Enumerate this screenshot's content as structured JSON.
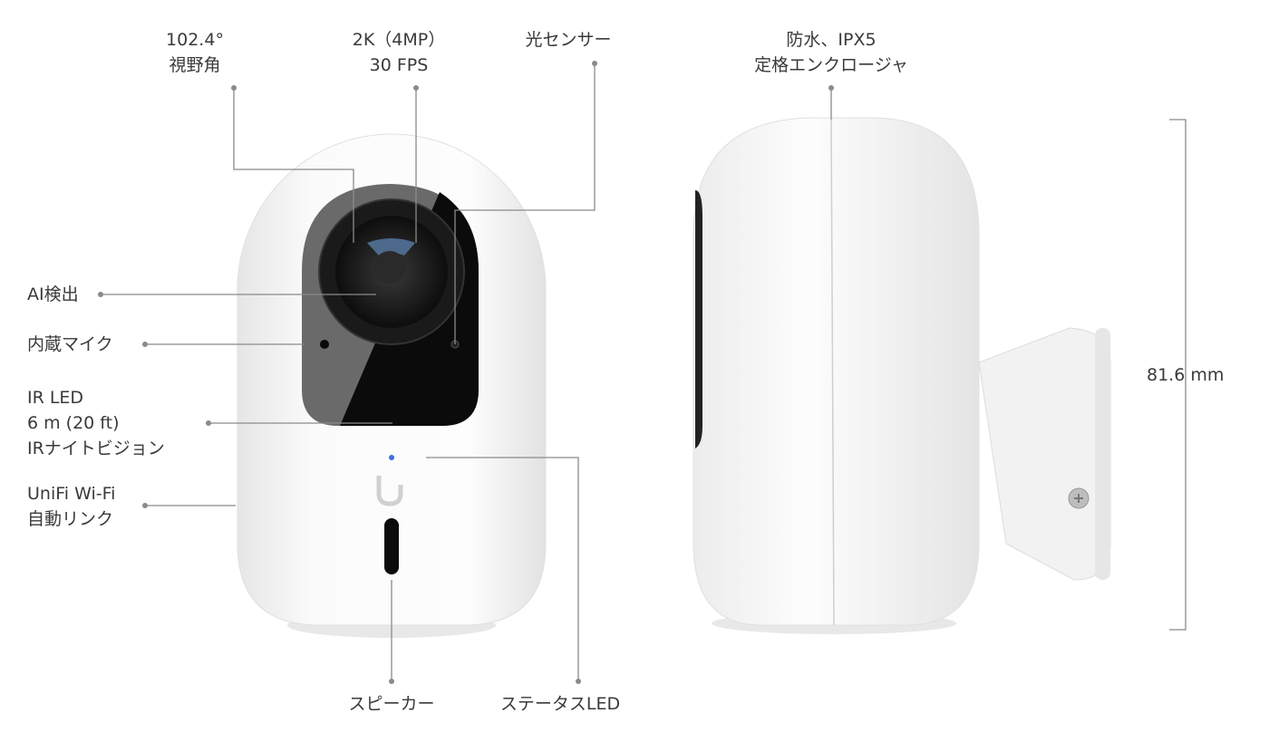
{
  "labels": {
    "fov": [
      "102.4°",
      "視野角"
    ],
    "resolution": [
      "2K（4MP）",
      "30 FPS"
    ],
    "light_sensor": "光センサー",
    "weatherproof": [
      "防水、IPX5",
      "定格エンクロージャ"
    ],
    "ai_detection": "AI検出",
    "microphone": "内蔵マイク",
    "ir_led": [
      "IR LED",
      "6 m (20 ft)",
      "IRナイトビジョン"
    ],
    "wifi": [
      "UniFi Wi-Fi",
      "自動リンク"
    ],
    "speaker": "スピーカー",
    "status_led": "ステータスLED",
    "height": "81.6 mm"
  },
  "colors": {
    "callout_line": "#8a8a8a",
    "status_led": "#3b6fe0",
    "lens_dark": "#111111"
  }
}
